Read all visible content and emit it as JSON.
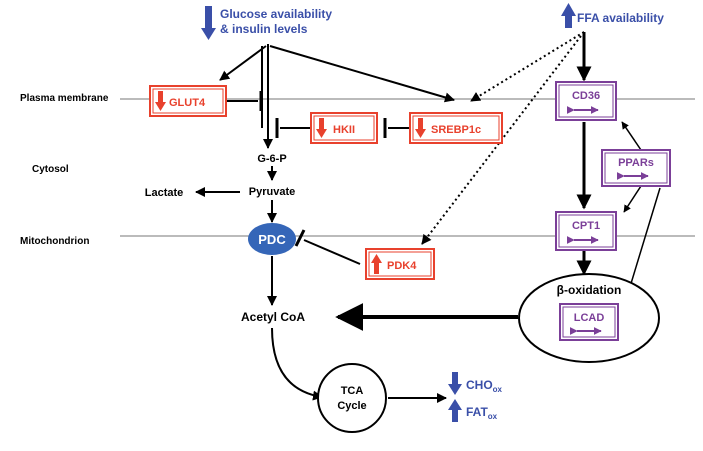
{
  "top": {
    "glucose_line1": "Glucose availability",
    "glucose_line2": "& insulin levels",
    "ffa": "FFA availability"
  },
  "compartments": {
    "plasma_membrane": "Plasma membrane",
    "cytosol": "Cytosol",
    "mitochondrion": "Mitochondrion"
  },
  "proteins": {
    "glut4": "GLUT4",
    "hkii": "HKII",
    "srebp1c": "SREBP1c",
    "pdk4": "PDK4",
    "cd36": "CD36",
    "ppars": "PPARs",
    "cpt1": "CPT1",
    "lcad": "LCAD",
    "pdc": "PDC"
  },
  "metabolites": {
    "g6p": "G-6-P",
    "pyruvate": "Pyruvate",
    "lactate": "Lactate",
    "acetyl_coa": "Acetyl CoA",
    "tca_line1": "TCA",
    "tca_line2": "Cycle",
    "beta_oxidation": "β-oxidation"
  },
  "outcomes": {
    "cho": "CHO",
    "cho_sub": "ox",
    "fat": "FAT",
    "fat_sub": "ox"
  },
  "colors": {
    "blue": "#3a4fa8",
    "red": "#e8412d",
    "purple": "#7b3f98",
    "pdc_fill": "#3566b8",
    "line": "#000000",
    "membrane": "#777777"
  }
}
